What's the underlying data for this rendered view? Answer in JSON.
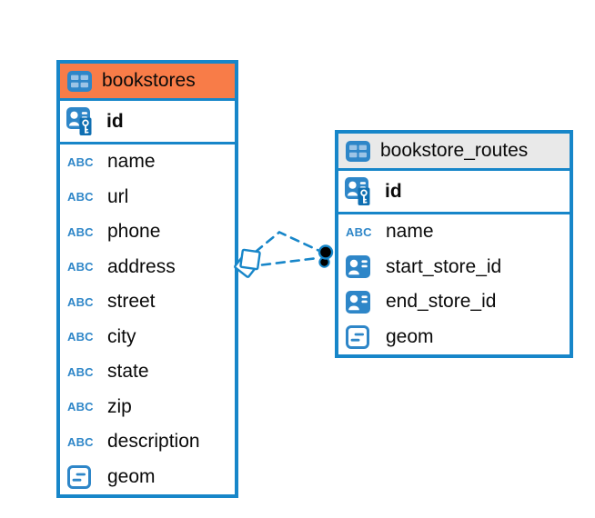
{
  "tables": [
    {
      "name": "bookstores",
      "header_color": "#f87c48",
      "primary_key": "id",
      "columns": [
        {
          "name": "name",
          "type": "text"
        },
        {
          "name": "url",
          "type": "text"
        },
        {
          "name": "phone",
          "type": "text"
        },
        {
          "name": "address",
          "type": "text"
        },
        {
          "name": "street",
          "type": "text"
        },
        {
          "name": "city",
          "type": "text"
        },
        {
          "name": "state",
          "type": "text"
        },
        {
          "name": "zip",
          "type": "text"
        },
        {
          "name": "description",
          "type": "text"
        },
        {
          "name": "geom",
          "type": "geometry"
        }
      ]
    },
    {
      "name": "bookstore_routes",
      "header_color": "#e9e9e9",
      "primary_key": "id",
      "columns": [
        {
          "name": "name",
          "type": "text"
        },
        {
          "name": "start_store_id",
          "type": "foreign-key"
        },
        {
          "name": "end_store_id",
          "type": "foreign-key"
        },
        {
          "name": "geom",
          "type": "geometry"
        }
      ]
    }
  ],
  "relationship": {
    "from_table": "bookstores",
    "to_table": "bookstore_routes",
    "line_style": "dashed",
    "line_count": 2,
    "line_color": "#1786c9",
    "left_endpoint": "overlapping-squares-marker",
    "right_endpoint": "filled-black-dots-marker"
  },
  "icons": {
    "text_type_label": "ABC"
  },
  "colors": {
    "table_border": "#1786c9",
    "icon_blue": "#2e86c8",
    "key_badge_blue": "#0f6fb2",
    "bookstores_header": "#f87c48",
    "routes_header": "#e9e9e9",
    "text": "#0a0a0a"
  }
}
